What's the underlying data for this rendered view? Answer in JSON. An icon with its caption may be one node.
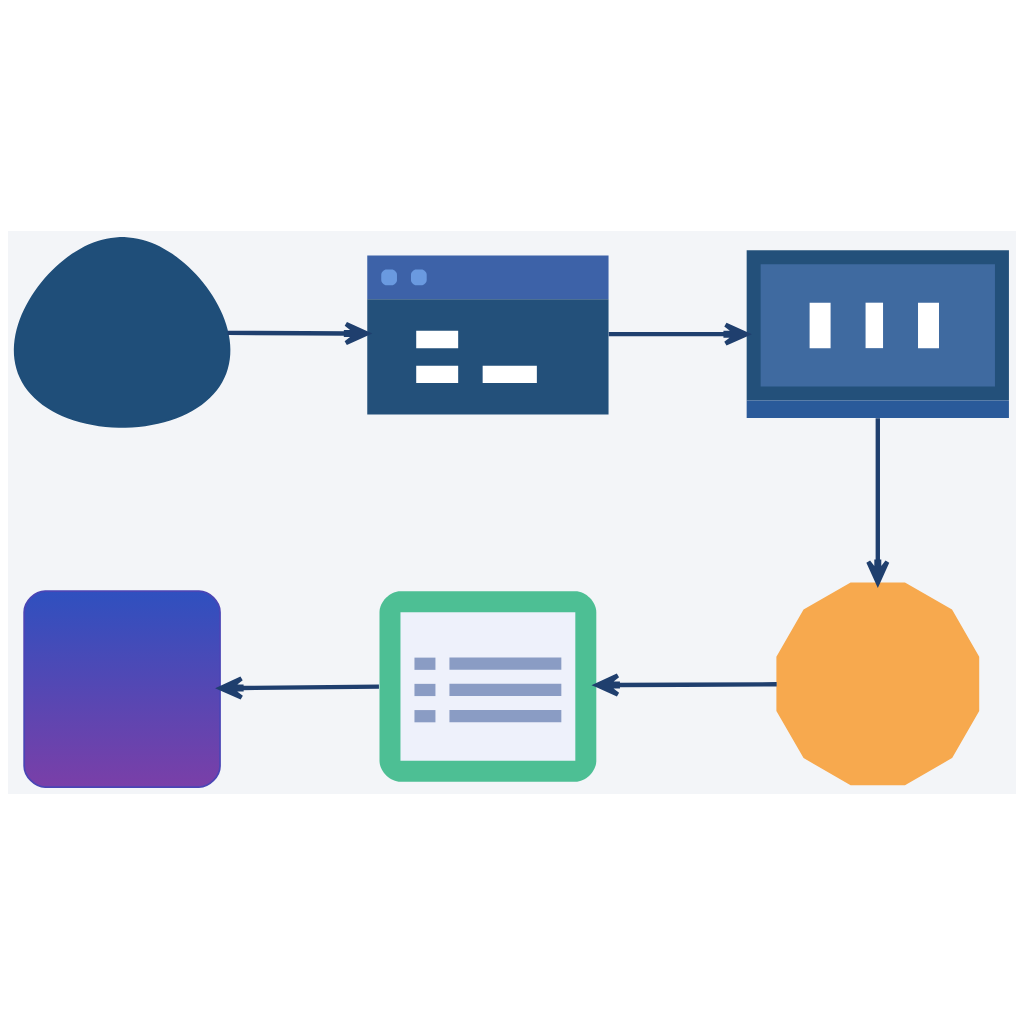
{
  "diagram": {
    "nodes": [
      {
        "text": [],
        "shape": "person"
      },
      {
        "text": [],
        "shape": "picture"
      },
      {
        "text": [],
        "shape": "picture"
      },
      {
        "text": [],
        "shape": "picture"
      },
      {
        "text": [],
        "shape": "picture"
      },
      {
        "text": [],
        "shape": "picture"
      }
    ],
    "edges": [
      {
        "from": 0,
        "to": 1,
        "arrow": "to"
      },
      {
        "from": 1,
        "to": 2,
        "arrow": "to"
      },
      {
        "from": 2,
        "to": 3,
        "arrow": "to"
      },
      {
        "from": 3,
        "to": 4,
        "arrow": "to"
      },
      {
        "from": 4,
        "to": 5,
        "arrow": "to"
      }
    ]
  }
}
